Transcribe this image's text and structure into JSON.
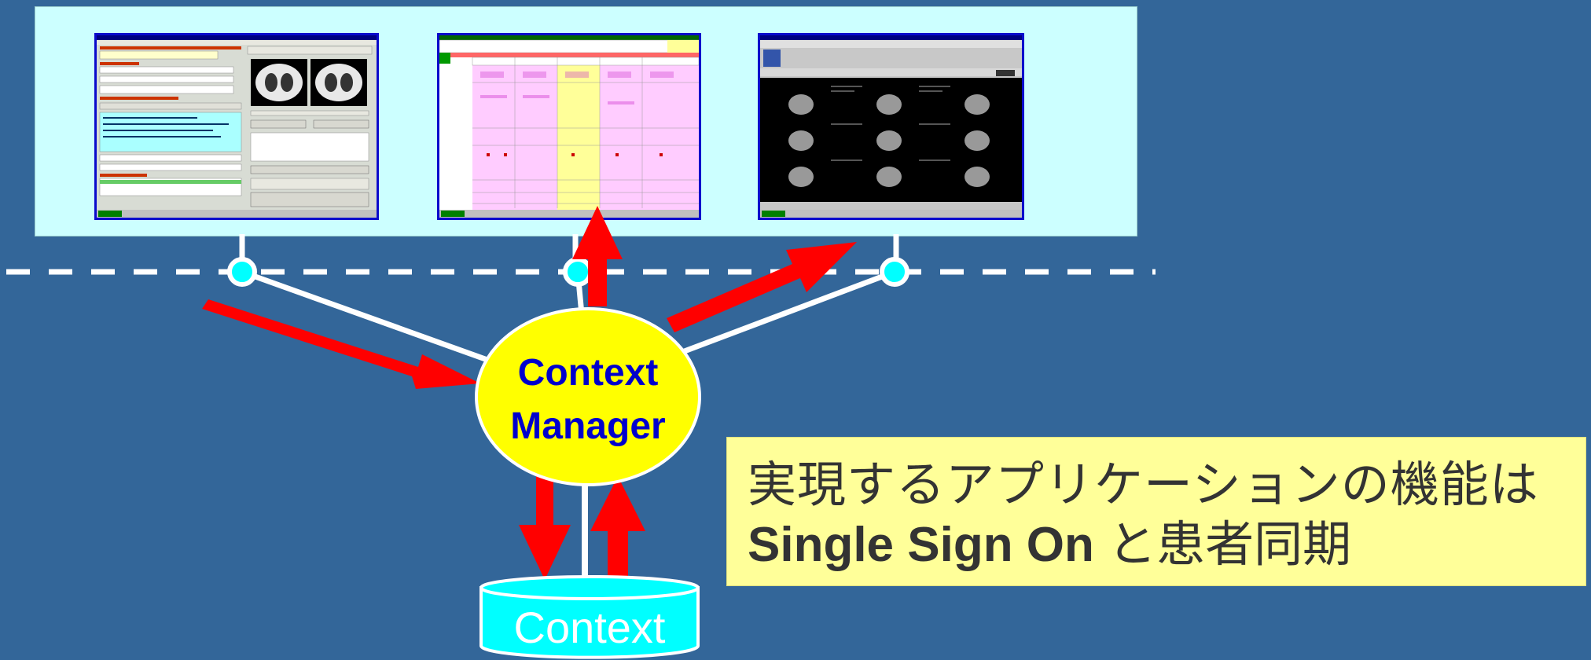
{
  "diagram": {
    "manager_label_line1": "Context",
    "manager_label_line2": "Manager",
    "database_label": "Context",
    "caption_line1": "実現するアプリケーションの機能は",
    "caption_line2_latin": "Single Sign On",
    "caption_line2_jp": "と患者同期"
  },
  "applications": [
    {
      "id": "app1",
      "kind": "patient-exam-order-screen"
    },
    {
      "id": "app2",
      "kind": "schedule-grid-screen"
    },
    {
      "id": "app3",
      "kind": "ct-image-viewer-screen"
    }
  ],
  "colors": {
    "background": "#336699",
    "panel": "#ccffff",
    "arrow": "#ff0000",
    "manager_fill": "#ffff00",
    "manager_text": "#0000cc",
    "database_fill": "#00ffff",
    "caption_fill": "#ffff99",
    "screen_border": "#0a0acc"
  }
}
